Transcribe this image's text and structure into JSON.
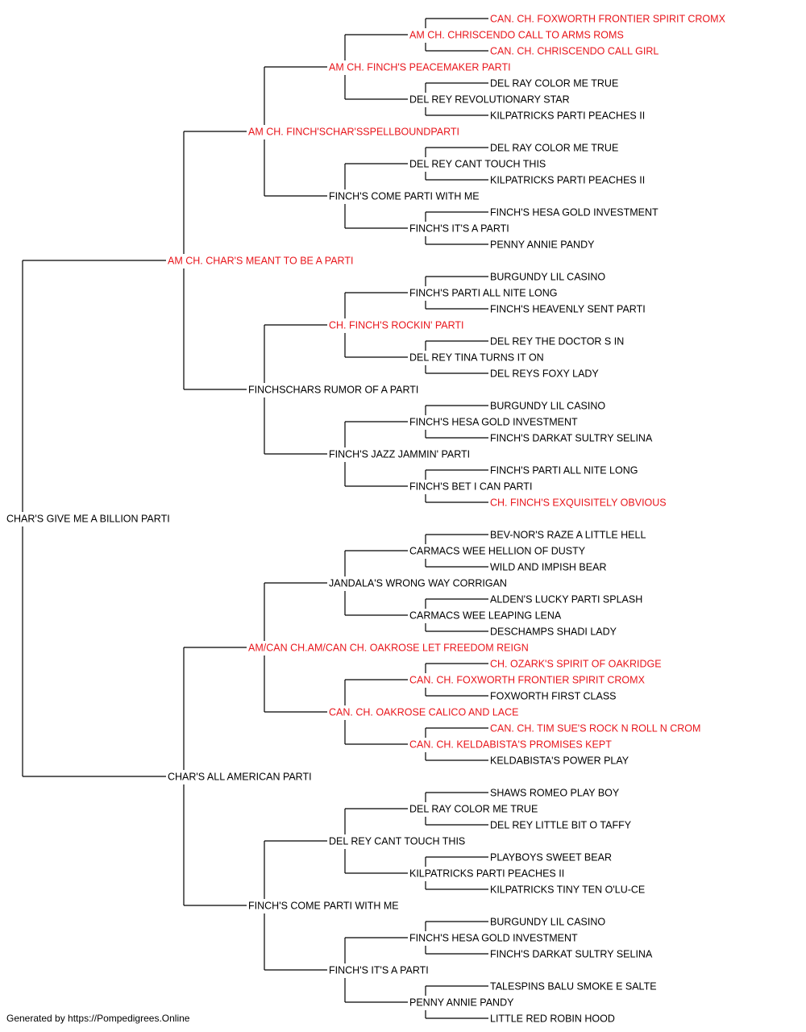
{
  "colors": {
    "champion": "#e8151b",
    "normal": "#000000",
    "line": "#000000"
  },
  "footer": "Generated by https://Pompedigrees.Online",
  "pedigree": {
    "name": "CHAR'S GIVE ME A BILLION PARTI",
    "champion": false,
    "sire": {
      "name": "AM CH. CHAR'S MEANT TO BE A PARTI",
      "champion": true,
      "sire": {
        "name": "AM CH. FINCH'SCHAR'SSPELLBOUNDPARTI",
        "champion": true,
        "sire": {
          "name": "AM CH. FINCH'S PEACEMAKER PARTI",
          "champion": true,
          "sire": {
            "name": "AM CH. CHRISCENDO CALL TO ARMS ROMS",
            "champion": true,
            "sire": {
              "name": "CAN. CH. FOXWORTH FRONTIER SPIRIT CROMX",
              "champion": true
            },
            "dam": {
              "name": "CAN. CH. CHRISCENDO CALL GIRL",
              "champion": true
            }
          },
          "dam": {
            "name": "DEL REY REVOLUTIONARY STAR",
            "champion": false,
            "sire": {
              "name": "DEL RAY COLOR ME TRUE",
              "champion": false
            },
            "dam": {
              "name": "KILPATRICKS PARTI PEACHES II",
              "champion": false
            }
          }
        },
        "dam": {
          "name": "FINCH'S COME PARTI WITH ME",
          "champion": false,
          "sire": {
            "name": "DEL REY CANT TOUCH THIS",
            "champion": false,
            "sire": {
              "name": "DEL RAY COLOR ME TRUE",
              "champion": false
            },
            "dam": {
              "name": "KILPATRICKS PARTI PEACHES II",
              "champion": false
            }
          },
          "dam": {
            "name": "FINCH'S IT'S A PARTI",
            "champion": false,
            "sire": {
              "name": "FINCH'S HESA GOLD INVESTMENT",
              "champion": false
            },
            "dam": {
              "name": "PENNY ANNIE PANDY",
              "champion": false
            }
          }
        }
      },
      "dam": {
        "name": "FINCHSCHARS RUMOR OF A PARTI",
        "champion": false,
        "sire": {
          "name": "CH. FINCH'S ROCKIN' PARTI",
          "champion": true,
          "sire": {
            "name": "FINCH'S PARTI ALL NITE LONG",
            "champion": false,
            "sire": {
              "name": "BURGUNDY LIL CASINO",
              "champion": false
            },
            "dam": {
              "name": "FINCH'S HEAVENLY SENT PARTI",
              "champion": false
            }
          },
          "dam": {
            "name": "DEL REY TINA TURNS IT ON",
            "champion": false,
            "sire": {
              "name": "DEL REY THE DOCTOR S IN",
              "champion": false
            },
            "dam": {
              "name": "DEL REYS FOXY LADY",
              "champion": false
            }
          }
        },
        "dam": {
          "name": "FINCH'S JAZZ JAMMIN' PARTI",
          "champion": false,
          "sire": {
            "name": "FINCH'S HESA GOLD INVESTMENT",
            "champion": false,
            "sire": {
              "name": "BURGUNDY LIL CASINO",
              "champion": false
            },
            "dam": {
              "name": "FINCH'S DARKAT SULTRY SELINA",
              "champion": false
            }
          },
          "dam": {
            "name": "FINCH'S BET I CAN PARTI",
            "champion": false,
            "sire": {
              "name": "FINCH'S PARTI ALL NITE LONG",
              "champion": false
            },
            "dam": {
              "name": "CH. FINCH'S EXQUISITELY OBVIOUS",
              "champion": true
            }
          }
        }
      }
    },
    "dam": {
      "name": "CHAR'S ALL AMERICAN PARTI",
      "champion": false,
      "sire": {
        "name": "AM/CAN CH.AM/CAN CH. OAKROSE LET FREEDOM REIGN",
        "champion": true,
        "sire": {
          "name": "JANDALA'S WRONG WAY CORRIGAN",
          "champion": false,
          "sire": {
            "name": "CARMACS WEE HELLION OF DUSTY",
            "champion": false,
            "sire": {
              "name": "BEV-NOR'S RAZE A LITTLE HELL",
              "champion": false
            },
            "dam": {
              "name": "WILD AND IMPISH BEAR",
              "champion": false
            }
          },
          "dam": {
            "name": "CARMACS WEE LEAPING LENA",
            "champion": false,
            "sire": {
              "name": "ALDEN'S LUCKY PARTI SPLASH",
              "champion": false
            },
            "dam": {
              "name": "DESCHAMPS SHADI LADY",
              "champion": false
            }
          }
        },
        "dam": {
          "name": "CAN. CH. OAKROSE CALICO AND LACE",
          "champion": true,
          "sire": {
            "name": "CAN. CH. FOXWORTH FRONTIER SPIRIT CROMX",
            "champion": true,
            "sire": {
              "name": "CH. OZARK'S SPIRIT OF OAKRIDGE",
              "champion": true
            },
            "dam": {
              "name": "FOXWORTH FIRST CLASS",
              "champion": false
            }
          },
          "dam": {
            "name": "CAN. CH. KELDABISTA'S PROMISES KEPT",
            "champion": true,
            "sire": {
              "name": "CAN. CH. TIM SUE'S ROCK N ROLL N CROM",
              "champion": true
            },
            "dam": {
              "name": "KELDABISTA'S POWER PLAY",
              "champion": false
            }
          }
        }
      },
      "dam": {
        "name": "FINCH'S COME PARTI WITH ME",
        "champion": false,
        "sire": {
          "name": "DEL REY CANT TOUCH THIS",
          "champion": false,
          "sire": {
            "name": "DEL RAY COLOR ME TRUE",
            "champion": false,
            "sire": {
              "name": "SHAWS ROMEO PLAY BOY",
              "champion": false
            },
            "dam": {
              "name": "DEL REY LITTLE BIT O TAFFY",
              "champion": false
            }
          },
          "dam": {
            "name": "KILPATRICKS PARTI PEACHES II",
            "champion": false,
            "sire": {
              "name": "PLAYBOYS SWEET BEAR",
              "champion": false
            },
            "dam": {
              "name": "KILPATRICKS TINY TEN O'LU-CE",
              "champion": false
            }
          }
        },
        "dam": {
          "name": "FINCH'S IT'S A PARTI",
          "champion": false,
          "sire": {
            "name": "FINCH'S HESA GOLD INVESTMENT",
            "champion": false,
            "sire": {
              "name": "BURGUNDY LIL CASINO",
              "champion": false
            },
            "dam": {
              "name": "FINCH'S DARKAT SULTRY SELINA",
              "champion": false
            }
          },
          "dam": {
            "name": "PENNY ANNIE PANDY",
            "champion": false,
            "sire": {
              "name": "TALESPINS BALU SMOKE E SALTE",
              "champion": false
            },
            "dam": {
              "name": "LITTLE RED ROBIN HOOD",
              "champion": false
            }
          }
        }
      }
    }
  }
}
